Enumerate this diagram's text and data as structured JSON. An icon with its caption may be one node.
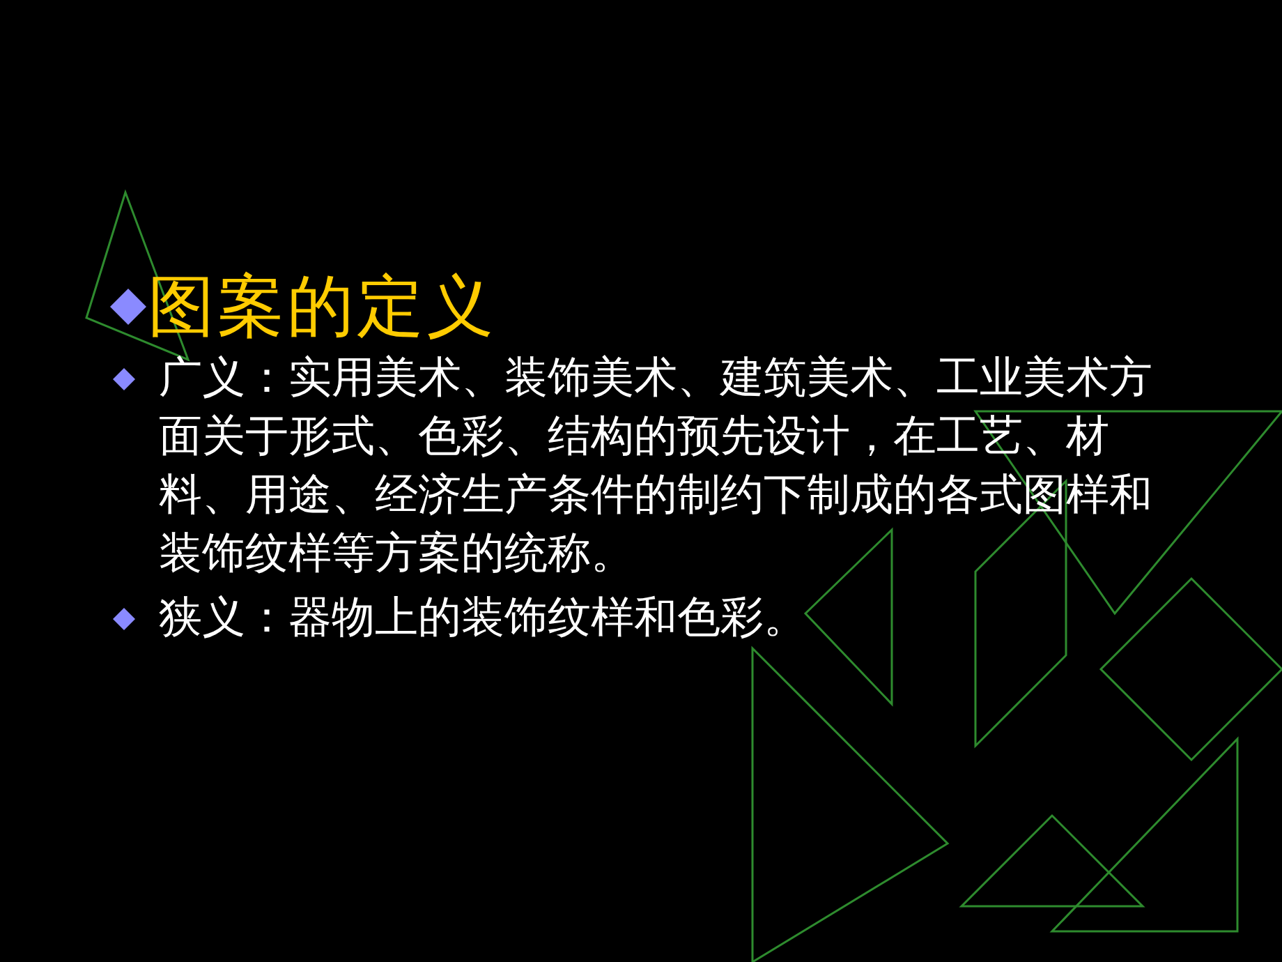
{
  "diagram": {
    "title": "图案的定义",
    "labels": [
      "广义：实用美术、装饰美术、建筑美术、工业美术方面关于形式、色彩、结构的预先设计，在工艺、材料、用途、经济生产条件的制约下制成的各式图样和装饰纹样等方案的统称。",
      "狭义：器物上的装饰纹样和色彩。"
    ]
  }
}
